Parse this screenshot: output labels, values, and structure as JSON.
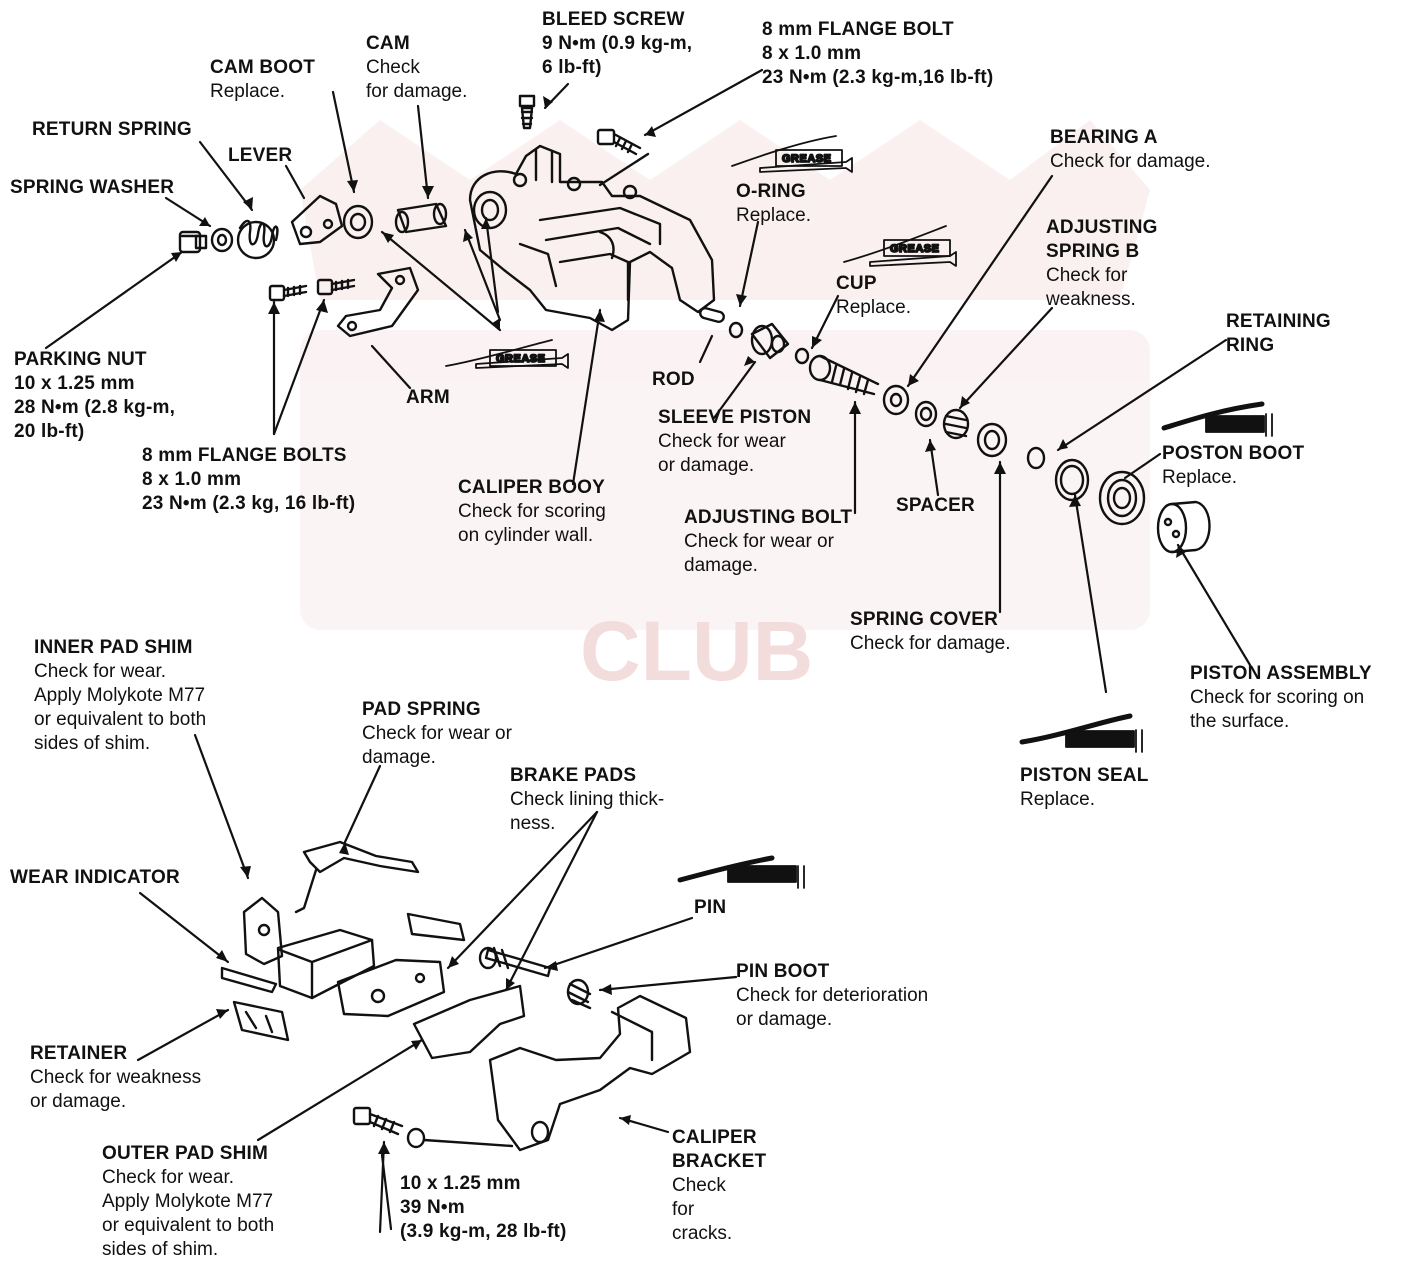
{
  "watermark": {
    "text": "CLUB",
    "color": "#f3dcdc"
  },
  "grease_label": "GREASE",
  "callouts": [
    {
      "id": "bleed-screw",
      "lines": [
        "BLEED SCREW",
        "9 N•m (0.9 kg-m,",
        "6 lb-ft)"
      ],
      "bold": 3
    },
    {
      "id": "flange-bolt-top",
      "lines": [
        "8 mm FLANGE BOLT",
        "8 x 1.0 mm",
        "23 N•m (2.3 kg-m,16 lb-ft)"
      ],
      "bold": 3
    },
    {
      "id": "cam",
      "lines": [
        "CAM",
        "Check",
        "for damage."
      ],
      "bold": 1
    },
    {
      "id": "cam-boot",
      "lines": [
        "CAM BOOT",
        "Replace."
      ],
      "bold": 1
    },
    {
      "id": "return-spring",
      "lines": [
        "RETURN SPRING"
      ],
      "bold": 1
    },
    {
      "id": "lever",
      "lines": [
        "LEVER"
      ],
      "bold": 1
    },
    {
      "id": "spring-washer",
      "lines": [
        "SPRING WASHER"
      ],
      "bold": 1
    },
    {
      "id": "o-ring",
      "lines": [
        "O-RING",
        "Replace."
      ],
      "bold": 1
    },
    {
      "id": "bearing-a",
      "lines": [
        "BEARING A",
        "Check for damage."
      ],
      "bold": 1
    },
    {
      "id": "adjusting-spring-b",
      "lines": [
        "ADJUSTING",
        "SPRING B",
        "Check for",
        "weakness."
      ],
      "bold": 2
    },
    {
      "id": "cup",
      "lines": [
        "CUP",
        "Replace."
      ],
      "bold": 1
    },
    {
      "id": "retaining-ring",
      "lines": [
        "RETAINING",
        "RING"
      ],
      "bold": 2
    },
    {
      "id": "parking-nut",
      "lines": [
        "PARKING NUT",
        "10 x 1.25 mm",
        "28 N•m (2.8 kg-m,",
        "20 lb-ft)"
      ],
      "bold": 4
    },
    {
      "id": "rod",
      "lines": [
        "ROD"
      ],
      "bold": 1
    },
    {
      "id": "arm",
      "lines": [
        "ARM"
      ],
      "bold": 1
    },
    {
      "id": "sleeve-piston",
      "lines": [
        "SLEEVE PISTON",
        "Check for wear",
        "or damage."
      ],
      "bold": 1
    },
    {
      "id": "piston-boot",
      "lines": [
        "POSTON BOOT",
        "Replace."
      ],
      "bold": 1
    },
    {
      "id": "flange-bolts",
      "lines": [
        "8 mm FLANGE BOLTS",
        "8 x 1.0 mm",
        "23 N•m (2.3 kg, 16 lb-ft)"
      ],
      "bold": 3
    },
    {
      "id": "caliper-body",
      "lines": [
        "CALIPER BOOY",
        "Check for scoring",
        "on cylinder wall."
      ],
      "bold": 1
    },
    {
      "id": "adjusting-bolt",
      "lines": [
        "ADJUSTING BOLT",
        "Check for wear or",
        "damage."
      ],
      "bold": 1
    },
    {
      "id": "spacer",
      "lines": [
        "SPACER"
      ],
      "bold": 1
    },
    {
      "id": "spring-cover",
      "lines": [
        "SPRING COVER",
        "Check for damage."
      ],
      "bold": 1
    },
    {
      "id": "piston-assembly",
      "lines": [
        "PISTON ASSEMBLY",
        "Check for scoring on",
        "the surface."
      ],
      "bold": 1
    },
    {
      "id": "inner-pad-shim",
      "lines": [
        "INNER PAD SHIM",
        "Check for wear.",
        "Apply Molykote M77",
        "or equivalent to both",
        "sides of shim."
      ],
      "bold": 1
    },
    {
      "id": "pad-spring",
      "lines": [
        "PAD SPRING",
        "Check for wear or",
        "damage."
      ],
      "bold": 1
    },
    {
      "id": "brake-pads",
      "lines": [
        "BRAKE PADS",
        "Check lining thick-",
        "ness."
      ],
      "bold": 1
    },
    {
      "id": "piston-seal",
      "lines": [
        "PISTON SEAL",
        "Replace."
      ],
      "bold": 1
    },
    {
      "id": "wear-indicator",
      "lines": [
        "WEAR INDICATOR"
      ],
      "bold": 1
    },
    {
      "id": "pin",
      "lines": [
        "PIN"
      ],
      "bold": 1
    },
    {
      "id": "pin-boot",
      "lines": [
        "PIN BOOT",
        "Check for deterioration",
        "or damage."
      ],
      "bold": 1
    },
    {
      "id": "retainer",
      "lines": [
        "RETAINER",
        "Check for weakness",
        "or damage."
      ],
      "bold": 1
    },
    {
      "id": "caliper-bracket",
      "lines": [
        "CALIPER",
        "BRACKET",
        "Check",
        "for",
        "cracks."
      ],
      "bold": 2
    },
    {
      "id": "outer-pad-shim",
      "lines": [
        "OUTER PAD SHIM",
        "Check for wear.",
        "Apply Molykote M77",
        "or equivalent to both",
        "sides of shim."
      ],
      "bold": 1
    },
    {
      "id": "bracket-bolt",
      "lines": [
        "10 x 1.25 mm",
        "39 N•m",
        "(3.9 kg-m, 28 lb-ft)"
      ],
      "bold": 3
    }
  ]
}
